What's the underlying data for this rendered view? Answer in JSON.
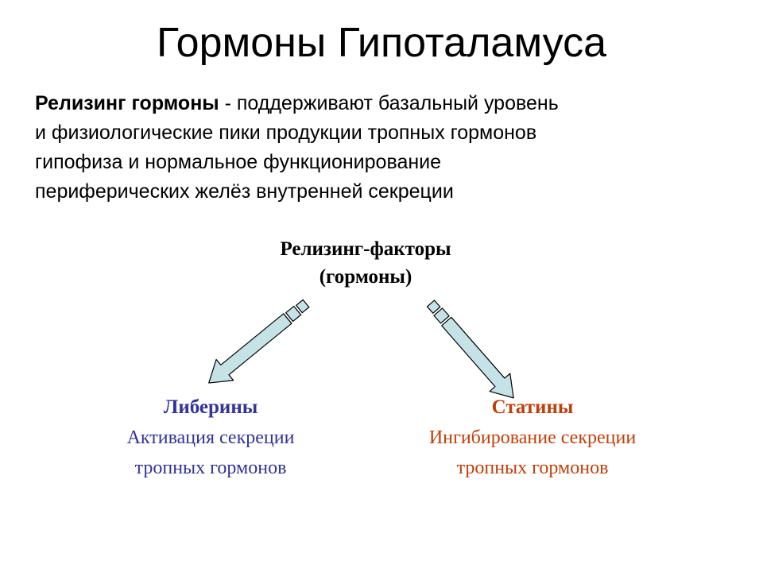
{
  "title": "Гормоны Гипоталамуса",
  "definition": {
    "term": "Релизинг гормоны",
    "lines": [
      " - поддерживают базальный уровень",
      "и физиологические пики продукции тропных гормонов",
      "гипофиза и нормальное функционирование",
      "периферических желёз внутренней секреции"
    ]
  },
  "root": {
    "line1": "Релизинг-факторы",
    "line2": "(гормоны)"
  },
  "left": {
    "title": "Либерины",
    "line1": "Активация секреции",
    "line2": "тропных гормонов",
    "color": "#333399"
  },
  "right": {
    "title": "Статины",
    "line1": "Ингибирование секреции",
    "line2": "тропных гормонов",
    "color": "#c0400a"
  },
  "arrow_fill": "#c5e3e6"
}
